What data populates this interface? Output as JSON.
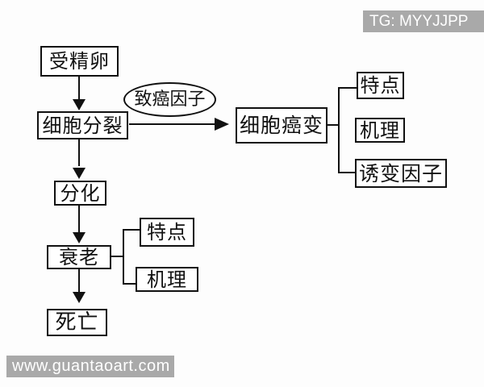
{
  "watermarks": {
    "top_right": "TG: MYYJJPP",
    "bottom_left": "www.guantaoart.com"
  },
  "colors": {
    "line": "#111111",
    "watermark_bg": "#a9a9a9",
    "watermark_text": "#ffffff",
    "background": "#ffffff"
  },
  "diagram": {
    "nodes": {
      "fertilized_egg": "受精卵",
      "cell_division": "细胞分裂",
      "differentiation": "分化",
      "senescence": "衰老",
      "death": "死亡",
      "carcinogen_factor": "致癌因子",
      "cell_canceration": "细胞癌变",
      "canceration_traits": "特点",
      "canceration_mechanism": "机理",
      "mutagenic_factors": "诱变因子",
      "senescence_traits": "特点",
      "senescence_mechanism": "机理"
    }
  }
}
